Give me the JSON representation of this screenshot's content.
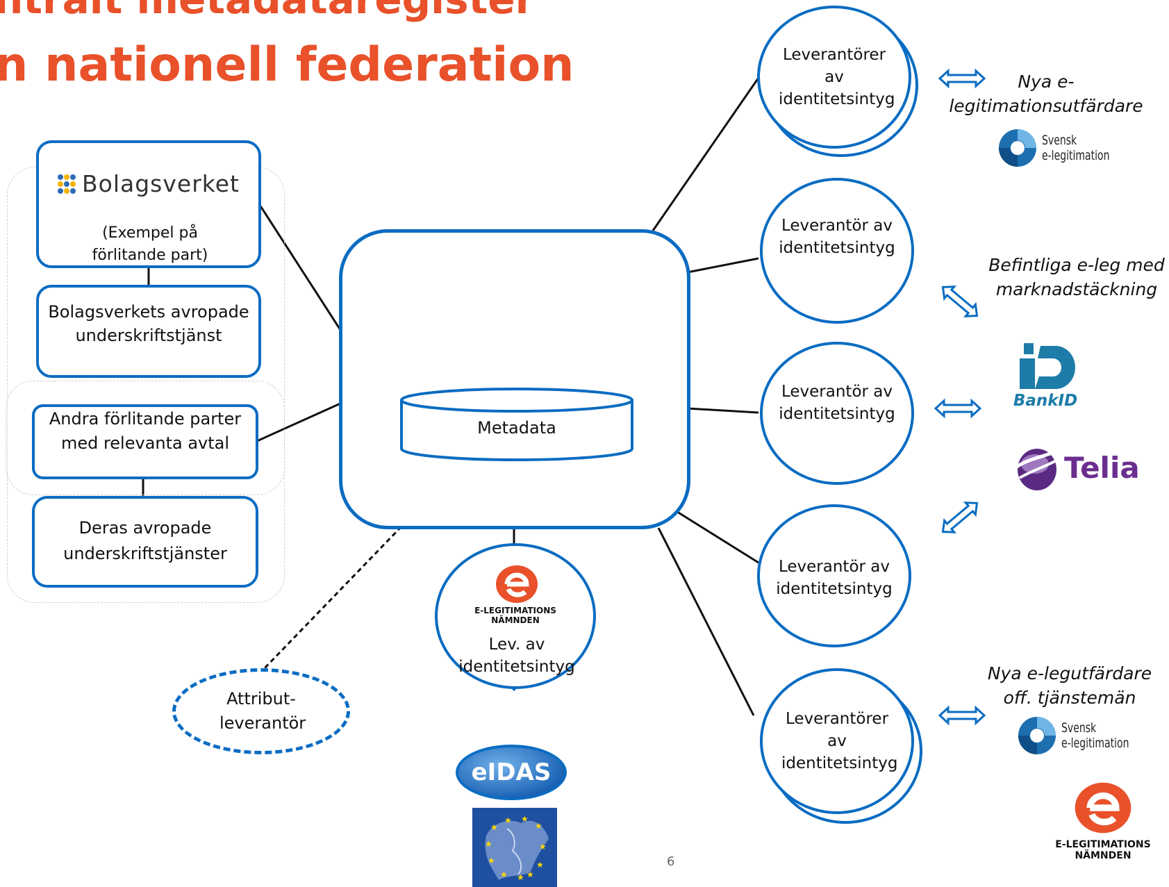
{
  "title": {
    "line1": "ntralt metadataregister",
    "line2": "n nationell federation"
  },
  "left": {
    "bolagsverket_logo": "Bolagsverket",
    "bolagsverket_caption": "(Exempel på förlitande part)",
    "bolagsverket_service": "Bolagsverkets avropade underskriftstjänst",
    "other_parties": "Andra förlitande parter med relevanta avtal",
    "other_services": "Deras avropade underskriftstjänster"
  },
  "center": {
    "metadata_label": "Metadata"
  },
  "eln_node": {
    "logo_line1": "E-LEGITIMATIONS",
    "logo_line2": "NÄMNDEN",
    "label": "Lev. av identitetsintyg"
  },
  "eidas_label": "eIDAS",
  "attribute_provider": "Attribut-leverantör",
  "providers": [
    {
      "label": "Leverantörer av identitetsintyg"
    },
    {
      "label": "Leverantör av identitetsintyg"
    },
    {
      "label": "Leverantör av identitetsintyg"
    },
    {
      "label": "Leverantör av identitetsintyg"
    },
    {
      "label": "Leverantörer av identitetsintyg"
    }
  ],
  "right_labels": {
    "new_issuers": "Nya e-legitimationsutfärdare",
    "existing": "Befintliga e-leg med marknadstäckning",
    "new_officials": "Nya e-legutfärdare off. tjänstemän"
  },
  "svensk_logo": {
    "line1": "Svensk",
    "line2": "e-legitimation"
  },
  "bankid_logo": "BankID",
  "telia_logo": "Telia",
  "eln_logo": {
    "line1": "E-LEGITIMATIONS",
    "line2": "NÄMNDEN"
  },
  "page_number": "6",
  "colors": {
    "brand_orange": "#E8512A",
    "stroke_blue": "#0A6CC2",
    "bankid_blue": "#1D7CA8",
    "telia_purple": "#6B2E8F"
  }
}
